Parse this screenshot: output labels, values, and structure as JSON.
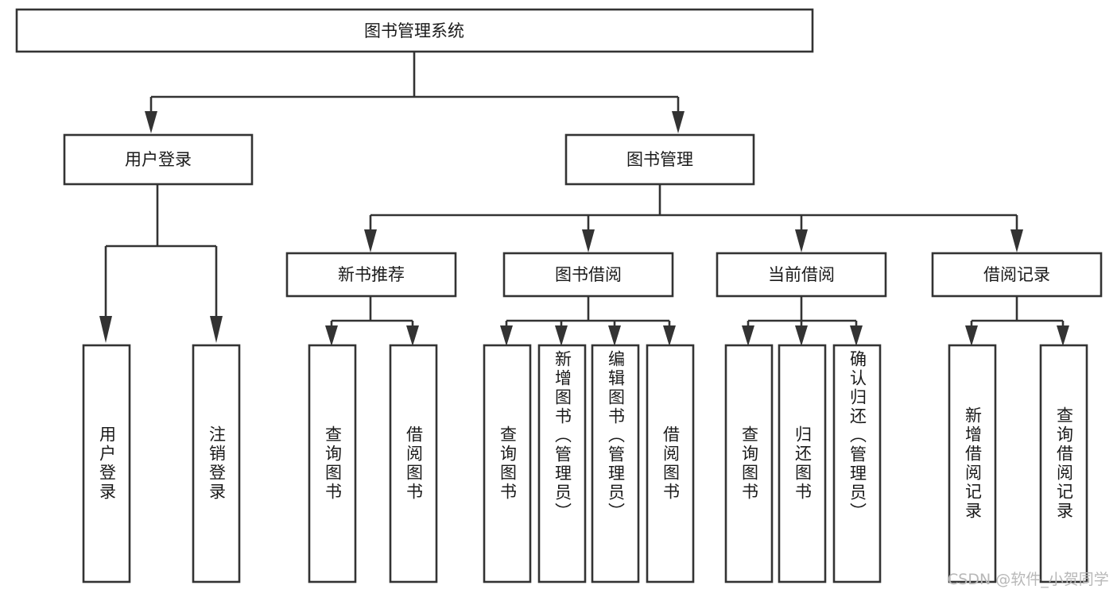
{
  "diagram": {
    "title": "图书管理系统",
    "type": "tree",
    "root": {
      "label": "图书管理系统"
    },
    "level2": [
      {
        "label": "用户登录"
      },
      {
        "label": "图书管理"
      }
    ],
    "level3": [
      {
        "label": "新书推荐"
      },
      {
        "label": "图书借阅"
      },
      {
        "label": "当前借阅"
      },
      {
        "label": "借阅记录"
      }
    ],
    "leaves": [
      {
        "label": "用户登录"
      },
      {
        "label": "注销登录"
      },
      {
        "label": "查询图书"
      },
      {
        "label": "借阅图书"
      },
      {
        "label": "查询图书"
      },
      {
        "label": "新增图书（管理员）"
      },
      {
        "label": "编辑图书（管理员）"
      },
      {
        "label": "借阅图书"
      },
      {
        "label": "查询图书"
      },
      {
        "label": "归还图书"
      },
      {
        "label": "确认归还（管理员）"
      },
      {
        "label": "新增借阅记录"
      },
      {
        "label": "查询借阅记录"
      }
    ]
  },
  "watermark": {
    "text": "CSDN @软件_小贺同学"
  },
  "colors": {
    "stroke": "#333333",
    "box_fill": "#ffffff",
    "text": "#1a1a1a",
    "watermark": "#b8b8b8",
    "background": "#ffffff"
  }
}
